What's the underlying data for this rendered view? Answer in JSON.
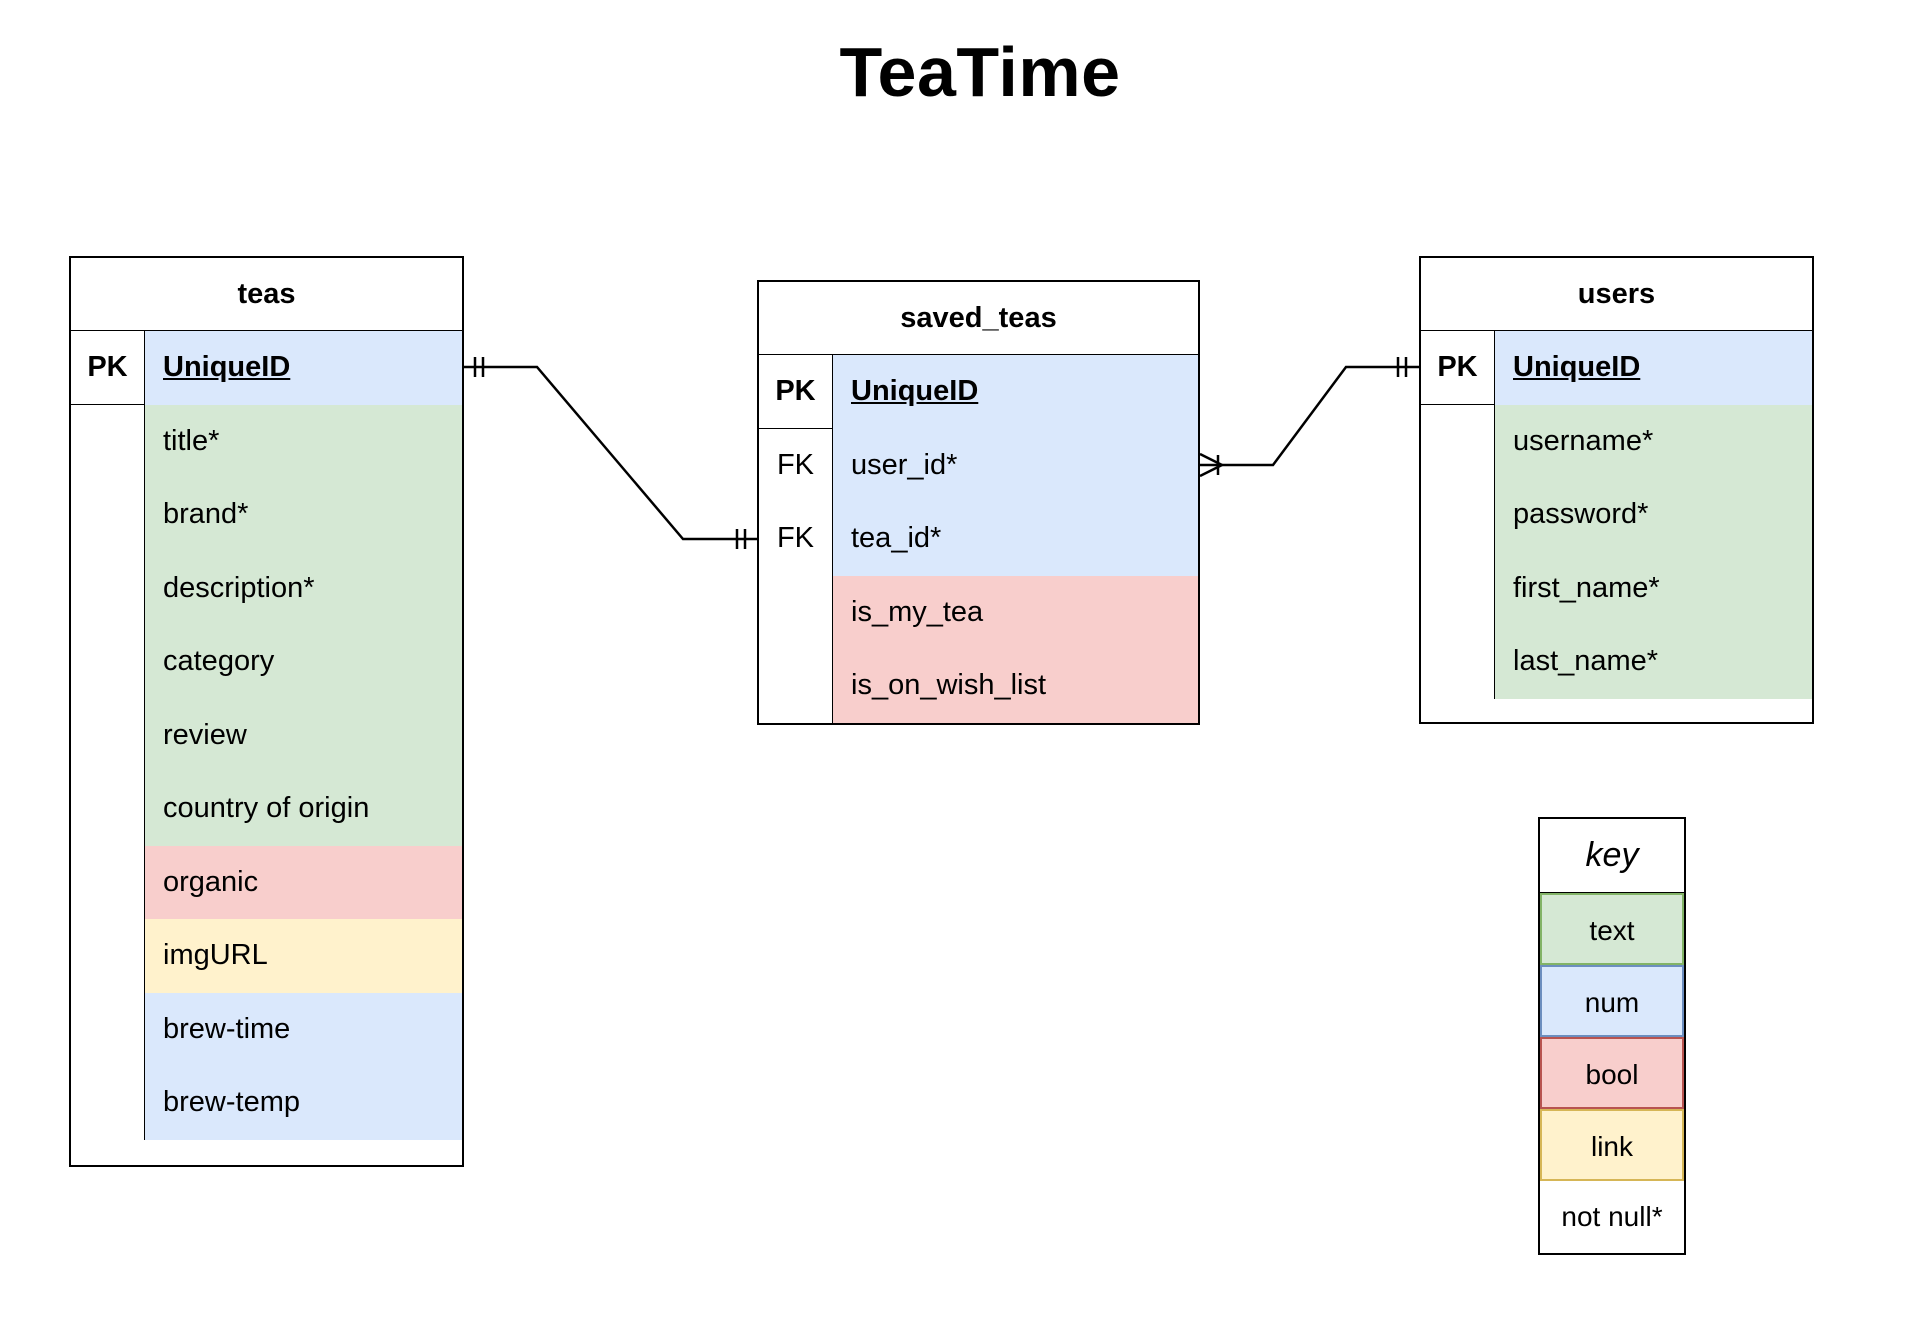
{
  "title": "TeaTime",
  "colors": {
    "text": "#d5e8d4",
    "num": "#dae8fc",
    "bool": "#f8cecc",
    "link": "#fff2cc"
  },
  "tables": {
    "teas": {
      "name": "teas",
      "rows": [
        {
          "key": "PK",
          "field": "UniqueID",
          "type": "num"
        },
        {
          "key": "",
          "field": "title*",
          "type": "text"
        },
        {
          "key": "",
          "field": "brand*",
          "type": "text"
        },
        {
          "key": "",
          "field": "description*",
          "type": "text"
        },
        {
          "key": "",
          "field": "category",
          "type": "text"
        },
        {
          "key": "",
          "field": "review",
          "type": "text"
        },
        {
          "key": "",
          "field": "country of origin",
          "type": "text"
        },
        {
          "key": "",
          "field": "organic",
          "type": "bool"
        },
        {
          "key": "",
          "field": "imgURL",
          "type": "link"
        },
        {
          "key": "",
          "field": "brew-time",
          "type": "num"
        },
        {
          "key": "",
          "field": "brew-temp",
          "type": "num"
        }
      ]
    },
    "saved_teas": {
      "name": "saved_teas",
      "rows": [
        {
          "key": "PK",
          "field": "UniqueID",
          "type": "num"
        },
        {
          "key": "FK",
          "field": "user_id*",
          "type": "num"
        },
        {
          "key": "FK",
          "field": "tea_id*",
          "type": "num"
        },
        {
          "key": "",
          "field": "is_my_tea",
          "type": "bool"
        },
        {
          "key": "",
          "field": "is_on_wish_list",
          "type": "bool"
        }
      ]
    },
    "users": {
      "name": "users",
      "rows": [
        {
          "key": "PK",
          "field": "UniqueID",
          "type": "num"
        },
        {
          "key": "",
          "field": "username*",
          "type": "text"
        },
        {
          "key": "",
          "field": "password*",
          "type": "text"
        },
        {
          "key": "",
          "field": "first_name*",
          "type": "text"
        },
        {
          "key": "",
          "field": "last_name*",
          "type": "text"
        }
      ]
    }
  },
  "key": {
    "title": "key",
    "items": [
      "text",
      "num",
      "bool",
      "link",
      "not null*"
    ]
  },
  "relationships": [
    {
      "from": "teas.UniqueID",
      "to": "saved_teas.tea_id",
      "from_end": "one-mandatory",
      "to_end": "one-mandatory"
    },
    {
      "from": "users.UniqueID",
      "to": "saved_teas.user_id",
      "from_end": "one-mandatory",
      "to_end": "one-or-many"
    }
  ]
}
